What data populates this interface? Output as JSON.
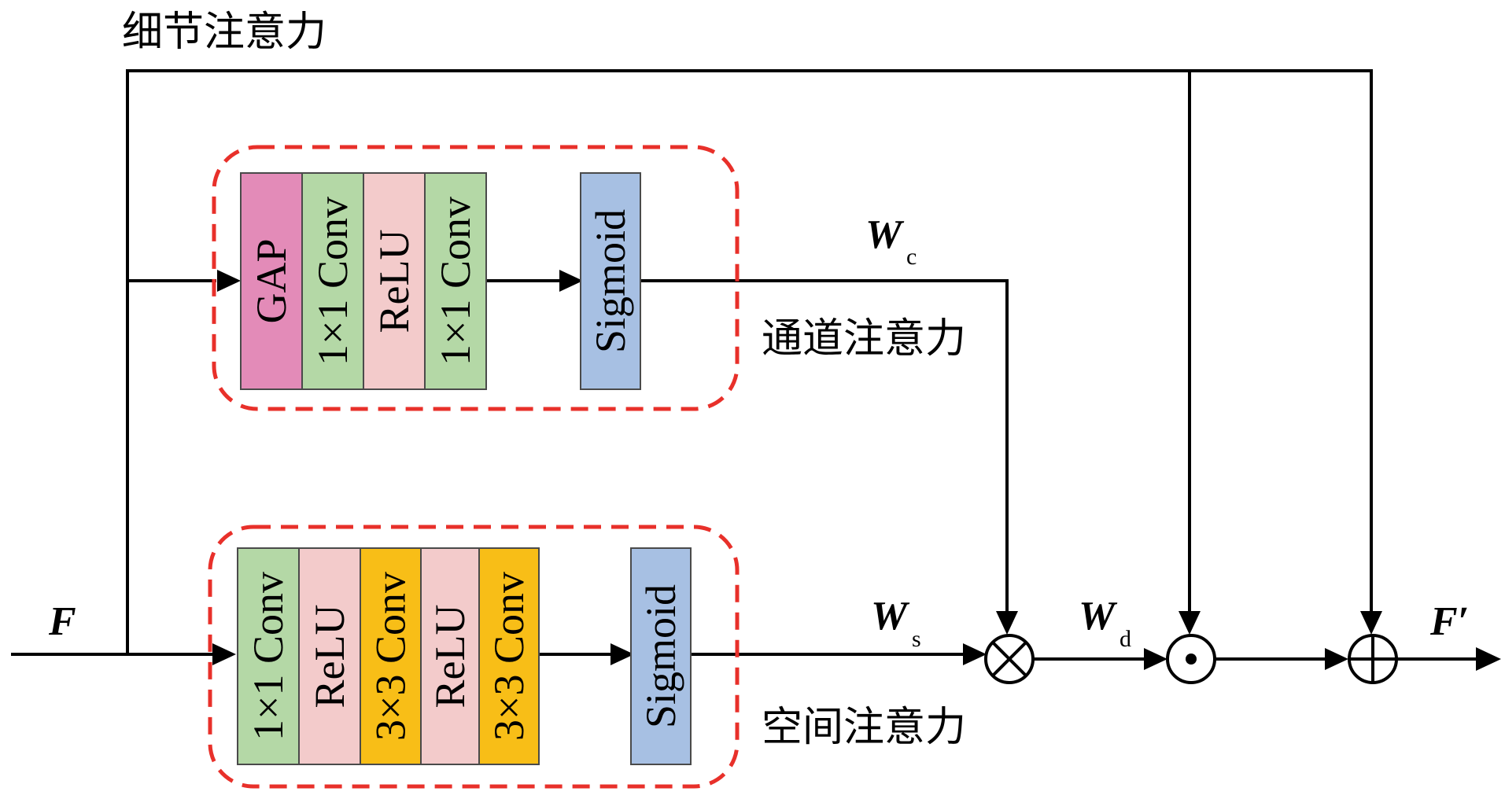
{
  "labels": {
    "detail_attention": "细节注意力",
    "channel_attention": "通道注意力",
    "spatial_attention": "空间注意力",
    "input": "F",
    "output": "F′",
    "wc_main": "W",
    "wc_sub": "c",
    "ws_main": "W",
    "ws_sub": "s",
    "wd_main": "W",
    "wd_sub": "d"
  },
  "channel_blocks": [
    {
      "label": "GAP",
      "color": "#E38BB8"
    },
    {
      "label": "1×1 Conv",
      "color": "#B4D8A6"
    },
    {
      "label": "ReLU",
      "color": "#F3CBCB"
    },
    {
      "label": "1×1 Conv",
      "color": "#B4D8A6"
    },
    {
      "label": "Sigmoid",
      "color": "#A7C0E3"
    }
  ],
  "spatial_blocks": [
    {
      "label": "1×1 Conv",
      "color": "#B4D8A6"
    },
    {
      "label": "ReLU",
      "color": "#F3CBCB"
    },
    {
      "label": "3×3 Conv",
      "color": "#F8BE17"
    },
    {
      "label": "ReLU",
      "color": "#F3CBCB"
    },
    {
      "label": "3×3 Conv",
      "color": "#F8BE17"
    },
    {
      "label": "Sigmoid",
      "color": "#A7C0E3"
    }
  ],
  "colors": {
    "dashed_border": "#E8302A",
    "line": "#000000"
  }
}
